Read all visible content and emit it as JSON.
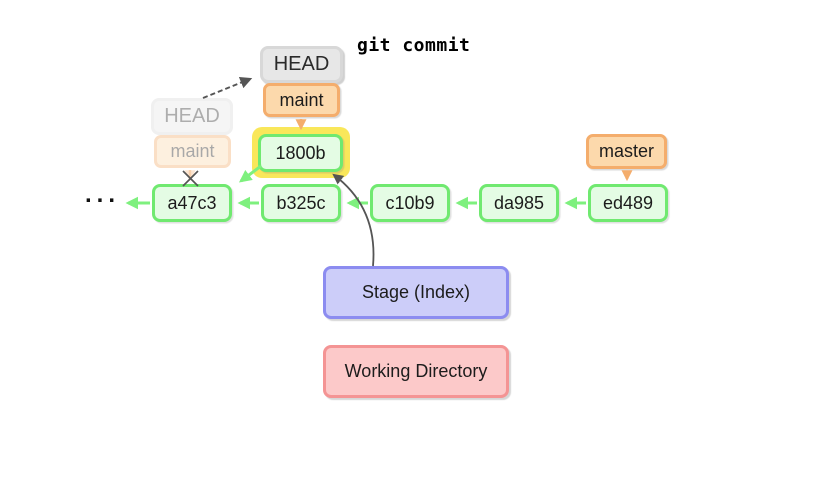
{
  "title": "git commit",
  "diagram": {
    "ellipsis": "...",
    "pointers": {
      "head": {
        "label": "HEAD"
      },
      "maint": {
        "label": "maint"
      },
      "faded_head": {
        "label": "HEAD"
      },
      "faded_maint": {
        "label": "maint"
      },
      "master": {
        "label": "master"
      }
    },
    "new_commit": {
      "label": "1800b",
      "highlighted": true
    },
    "commits": [
      {
        "label": "a47c3"
      },
      {
        "label": "b325c"
      },
      {
        "label": "c10b9"
      },
      {
        "label": "da985"
      },
      {
        "label": "ed489"
      }
    ],
    "areas": {
      "stage": {
        "label": "Stage (Index)"
      },
      "working": {
        "label": "Working Directory"
      }
    }
  },
  "colors": {
    "commit_fill": "#e4fce4",
    "commit_border": "#70e970",
    "arrow_green": "#7ef07e",
    "branch_fill": "#fcd9ac",
    "branch_border": "#f4ad6c",
    "head_fill": "#e7e7e7",
    "head_border": "#d8d8d8",
    "highlight_yellow": "#f9e75a",
    "stage_fill": "#cccdf9",
    "stage_border": "#8c8cf0",
    "working_fill": "#fcc9c9",
    "working_border": "#f49494",
    "arrow_dark": "#555555",
    "text": "#1c1c1c"
  }
}
